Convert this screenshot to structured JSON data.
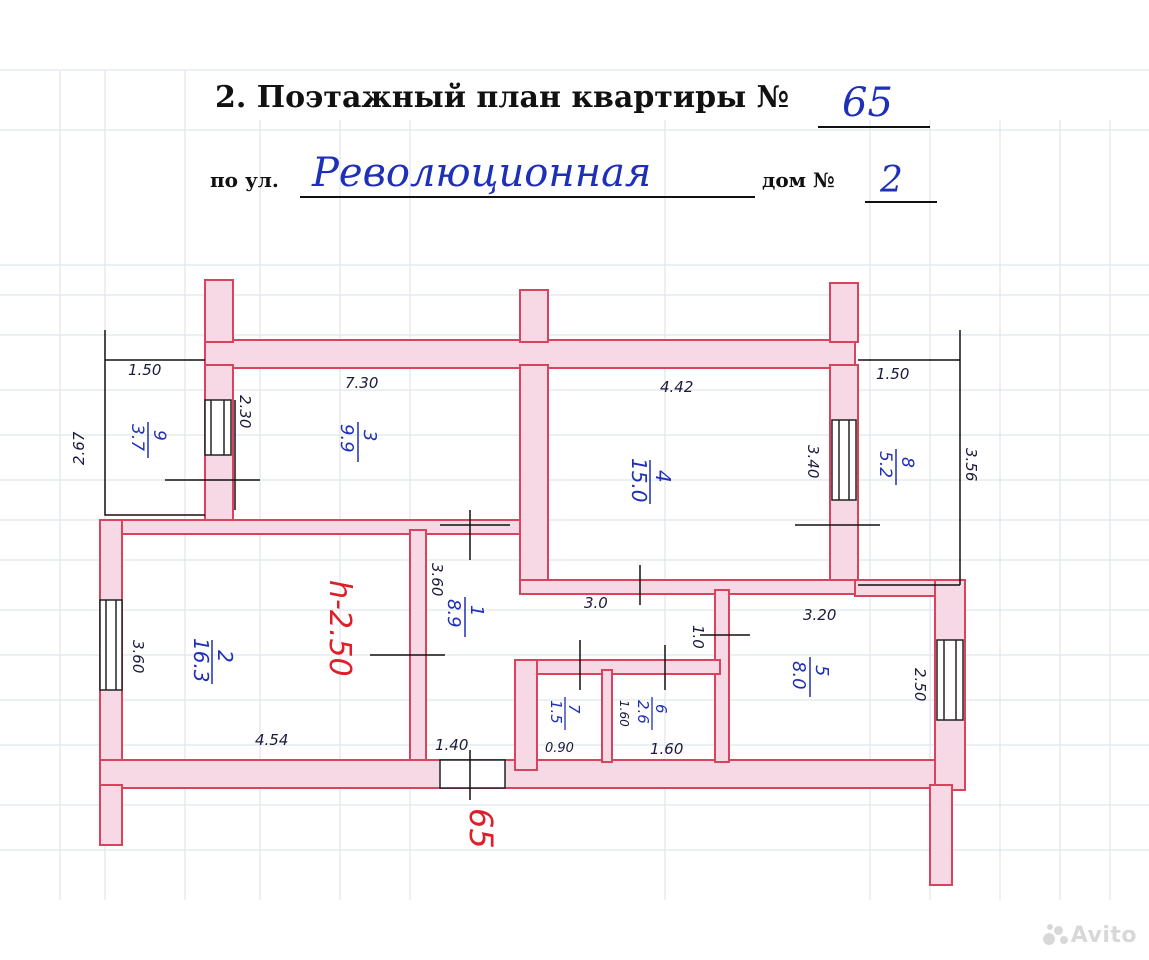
{
  "header": {
    "title": "2. Поэтажный план квартиры №",
    "apartment_number": "65",
    "street_label": "по ул.",
    "street_name": "Революционная",
    "house_label": "дом №",
    "house_number": "2"
  },
  "plan": {
    "ceiling_height": "h-2.50",
    "entrance_label": "65",
    "dimensions": [
      "1.50",
      "7.30",
      "4.42",
      "1.50",
      "2.30",
      "3.40",
      "2.67",
      "3.56",
      "3.60",
      "3.60",
      "3.0",
      "3.20",
      "1.0",
      "2.50",
      "4.54",
      "1.40",
      "0.90",
      "1.60",
      "1.60"
    ],
    "rooms": [
      {
        "num": "1",
        "area": "8.9"
      },
      {
        "num": "2",
        "area": "16.3"
      },
      {
        "num": "3",
        "area": "9.9"
      },
      {
        "num": "4",
        "area": "15.0"
      },
      {
        "num": "5",
        "area": "8.0"
      },
      {
        "num": "6",
        "area": "2.6"
      },
      {
        "num": "7",
        "area": "1.5"
      },
      {
        "num": "8",
        "area": "5.2"
      },
      {
        "num": "9",
        "area": "3.7"
      }
    ]
  },
  "watermark": "Avito",
  "colors": {
    "wall_fill": "#f6d9e4",
    "wall_stroke": "#d9435d",
    "ink_blue": "#1e2fb8",
    "ink_red": "#e01e2a",
    "grid": "#dfe6ec"
  }
}
